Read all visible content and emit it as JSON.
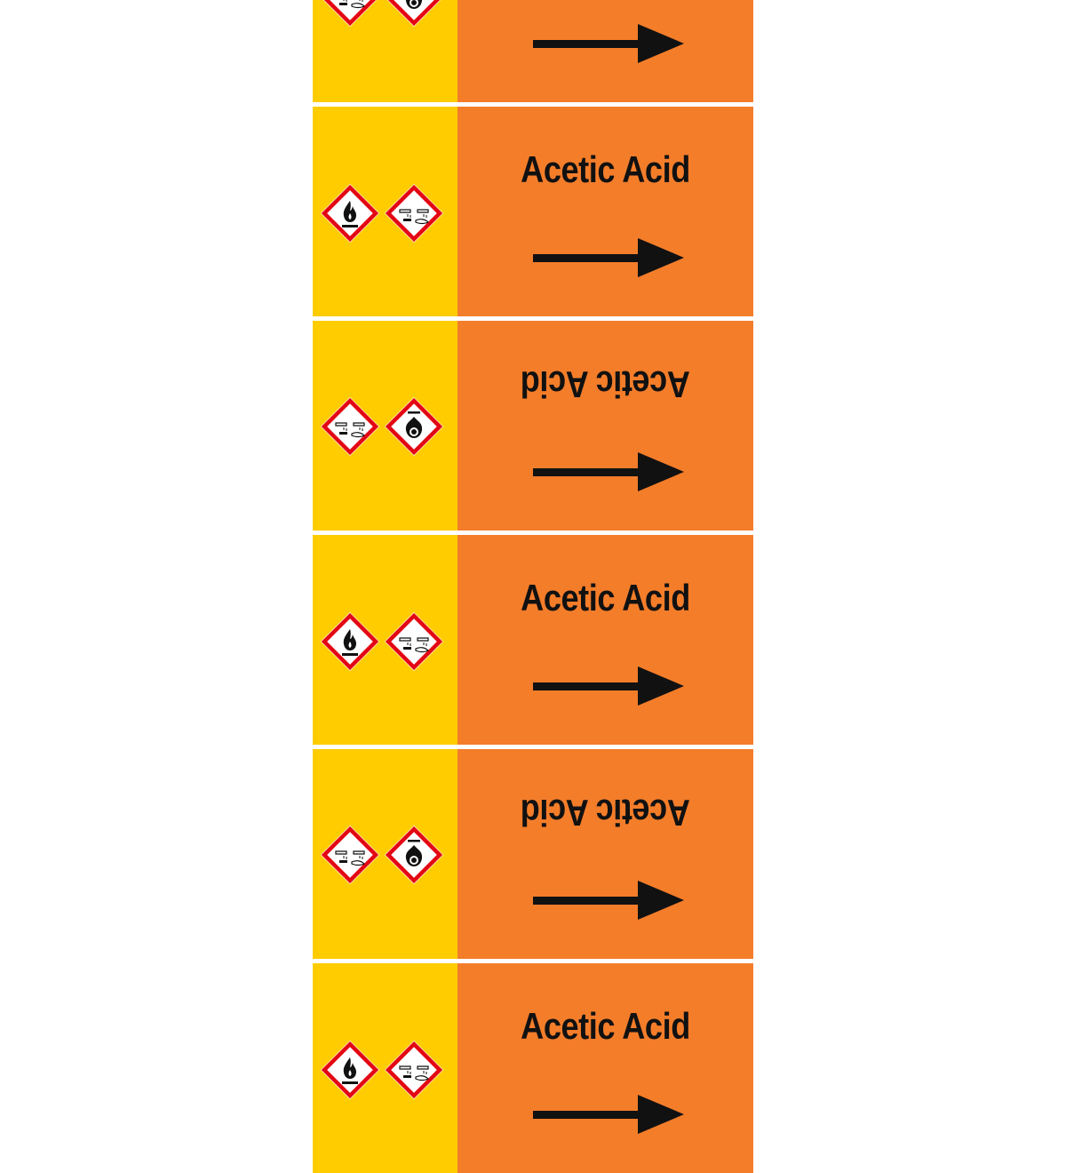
{
  "colors": {
    "hazard_band": "#FFCC00",
    "medium_band": "#F47D2A",
    "text": "#111111",
    "pictogram_border": "#E30613",
    "separator": "#FFFFFF"
  },
  "labels": [
    {
      "text": "",
      "rotated": false,
      "pictograms": [
        "corrosion-icon",
        "flame-over-circle-icon"
      ],
      "arrow": "arrow-right-icon"
    },
    {
      "text": "Acetic Acid",
      "rotated": false,
      "pictograms": [
        "flame-icon",
        "corrosion-icon"
      ],
      "arrow": "arrow-right-icon"
    },
    {
      "text": "Acetic Acid",
      "rotated": true,
      "pictograms": [
        "corrosion-icon",
        "flame-over-circle-icon"
      ],
      "arrow": "arrow-right-icon"
    },
    {
      "text": "Acetic Acid",
      "rotated": false,
      "pictograms": [
        "flame-icon",
        "corrosion-icon"
      ],
      "arrow": "arrow-right-icon"
    },
    {
      "text": "Acetic Acid",
      "rotated": true,
      "pictograms": [
        "corrosion-icon",
        "flame-over-circle-icon"
      ],
      "arrow": "arrow-right-icon"
    },
    {
      "text": "Acetic Acid",
      "rotated": false,
      "pictograms": [
        "flame-icon",
        "corrosion-icon"
      ],
      "arrow": "arrow-right-icon"
    }
  ]
}
